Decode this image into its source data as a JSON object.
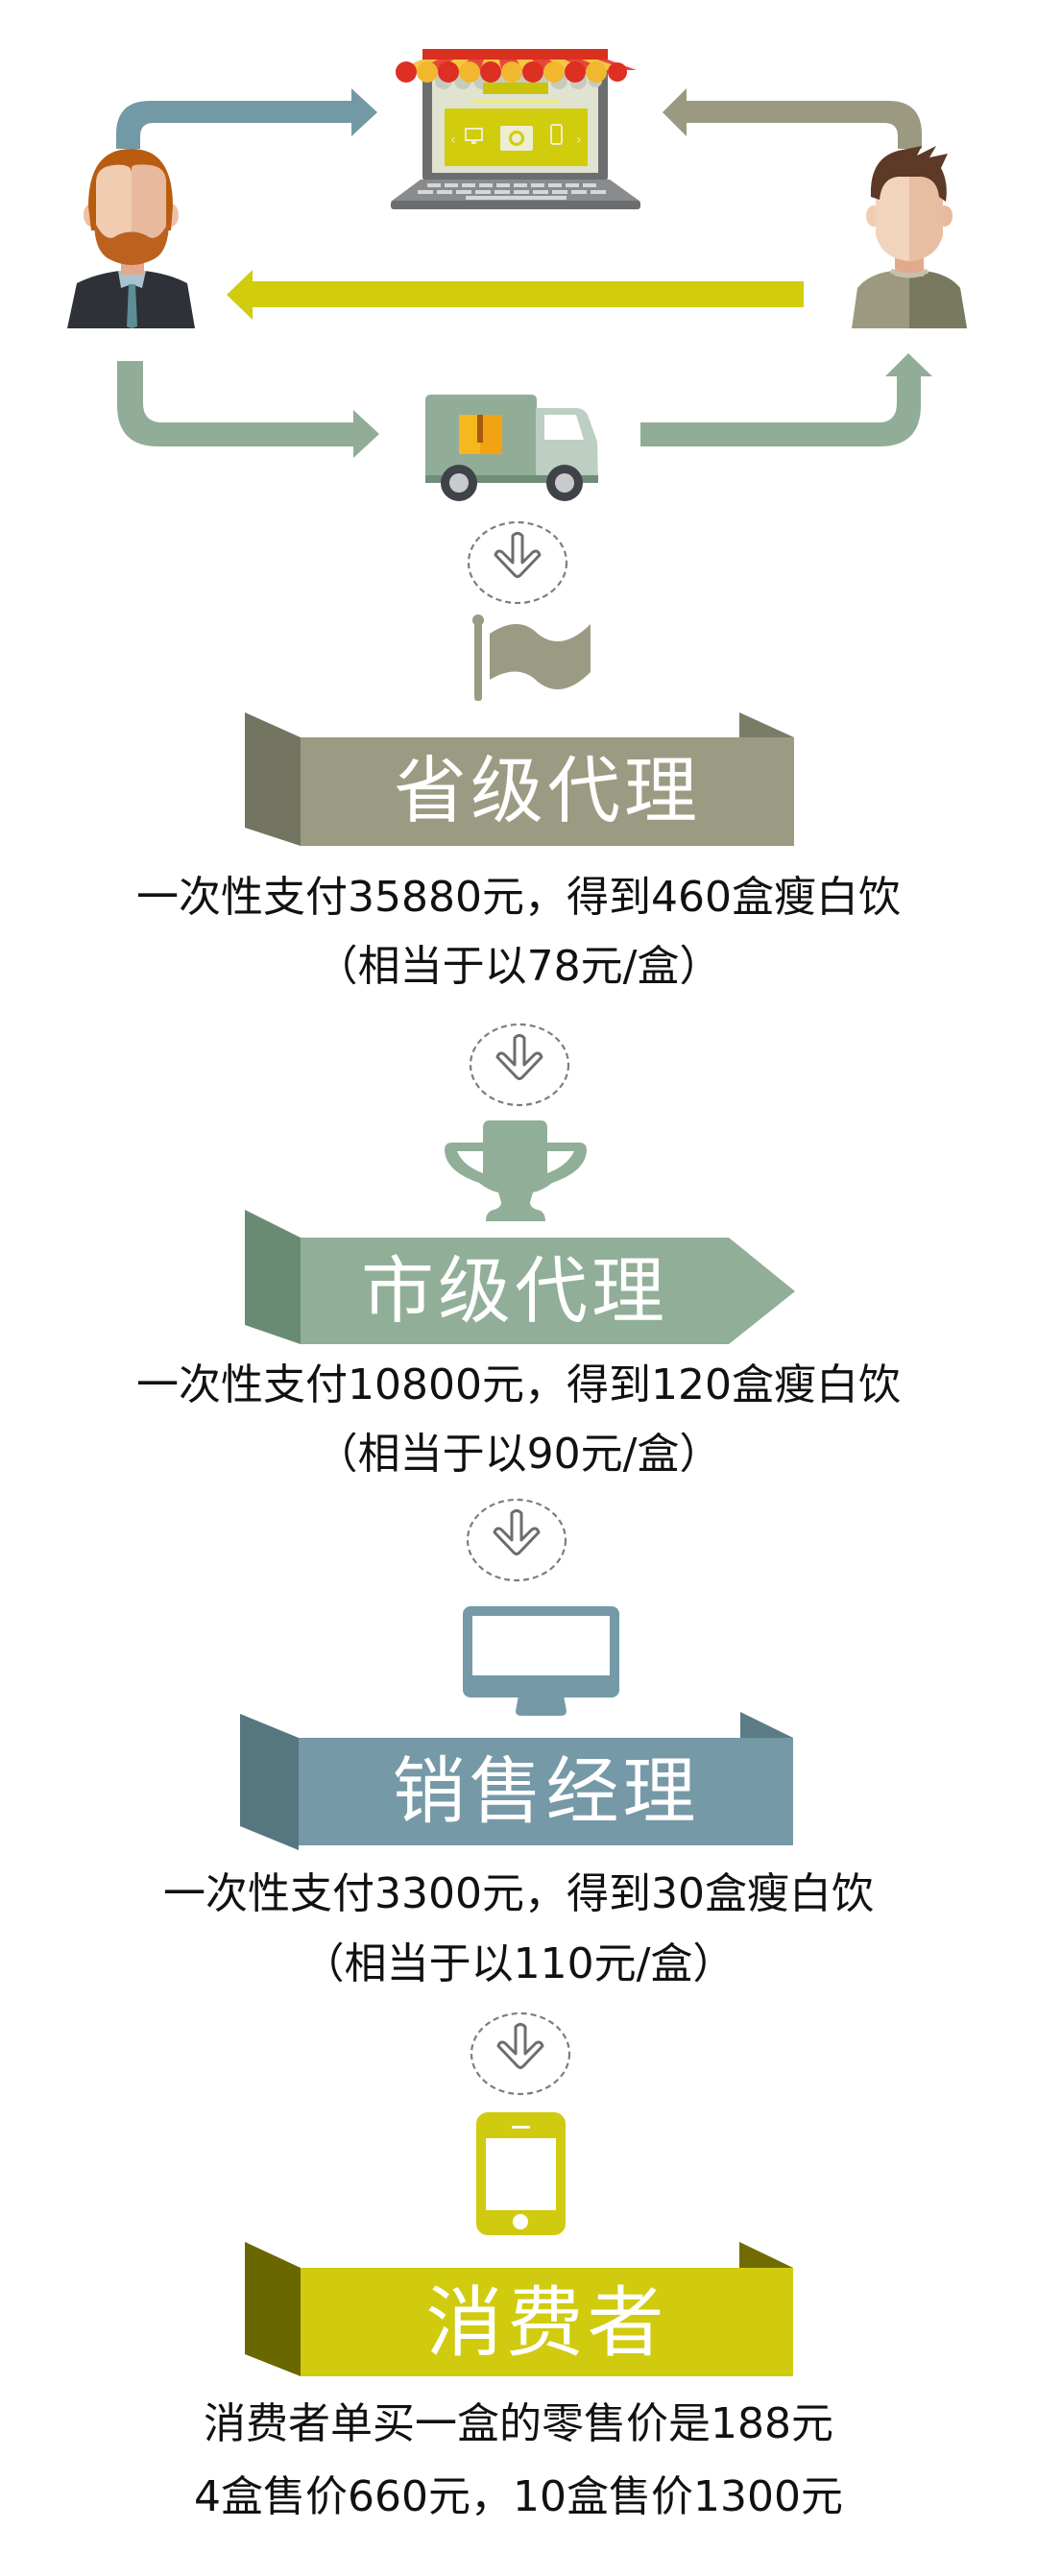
{
  "top_diagram": {
    "nodes": {
      "seller": "seller-avatar",
      "online_store": "laptop-storefront",
      "buyer": "buyer-avatar",
      "delivery": "delivery-truck"
    },
    "flows": [
      {
        "from": "seller",
        "to": "online_store",
        "color": "#7399a6"
      },
      {
        "from": "buyer",
        "to": "online_store",
        "color": "#9b9a80"
      },
      {
        "from": "buyer",
        "to": "seller",
        "color": "#d1cc0c"
      },
      {
        "from": "seller",
        "to": "delivery",
        "color": "#91ad98"
      },
      {
        "from": "delivery",
        "to": "buyer",
        "color": "#91ad98"
      }
    ]
  },
  "levels": [
    {
      "icon": "flag-icon",
      "title": "省级代理",
      "line1": "一次性支付35880元，得到460盒瘦白饮",
      "line2": "（相当于以78元/盒）",
      "colors": {
        "main": "#9b9b83",
        "flap_left": "#737561",
        "flap_right": "#7b7c66"
      }
    },
    {
      "icon": "trophy-icon",
      "title": "市级代理",
      "line1": "一次性支付10800元，得到120盒瘦白饮",
      "line2": "（相当于以90元/盒）",
      "colors": {
        "main": "#91ae98",
        "flap_left": "#6a8b73"
      }
    },
    {
      "icon": "monitor-icon",
      "title": "销售经理",
      "line1": "一次性支付3300元，得到30盒瘦白饮",
      "line2": "（相当于以110元/盒）",
      "colors": {
        "main": "#7599a6",
        "flap_left": "#56777f",
        "flap_right": "#5b7c86"
      }
    },
    {
      "icon": "smartphone-icon",
      "title": "消费者",
      "line1": "消费者单买一盒的零售价是188元",
      "line2": "4盒售价660元，10盒售价1300元",
      "colors": {
        "main": "#d0cb0f",
        "flap_left": "#6b6700",
        "flap_right": "#706c02"
      }
    }
  ],
  "connector_icon": "down-arrow-circle-icon"
}
